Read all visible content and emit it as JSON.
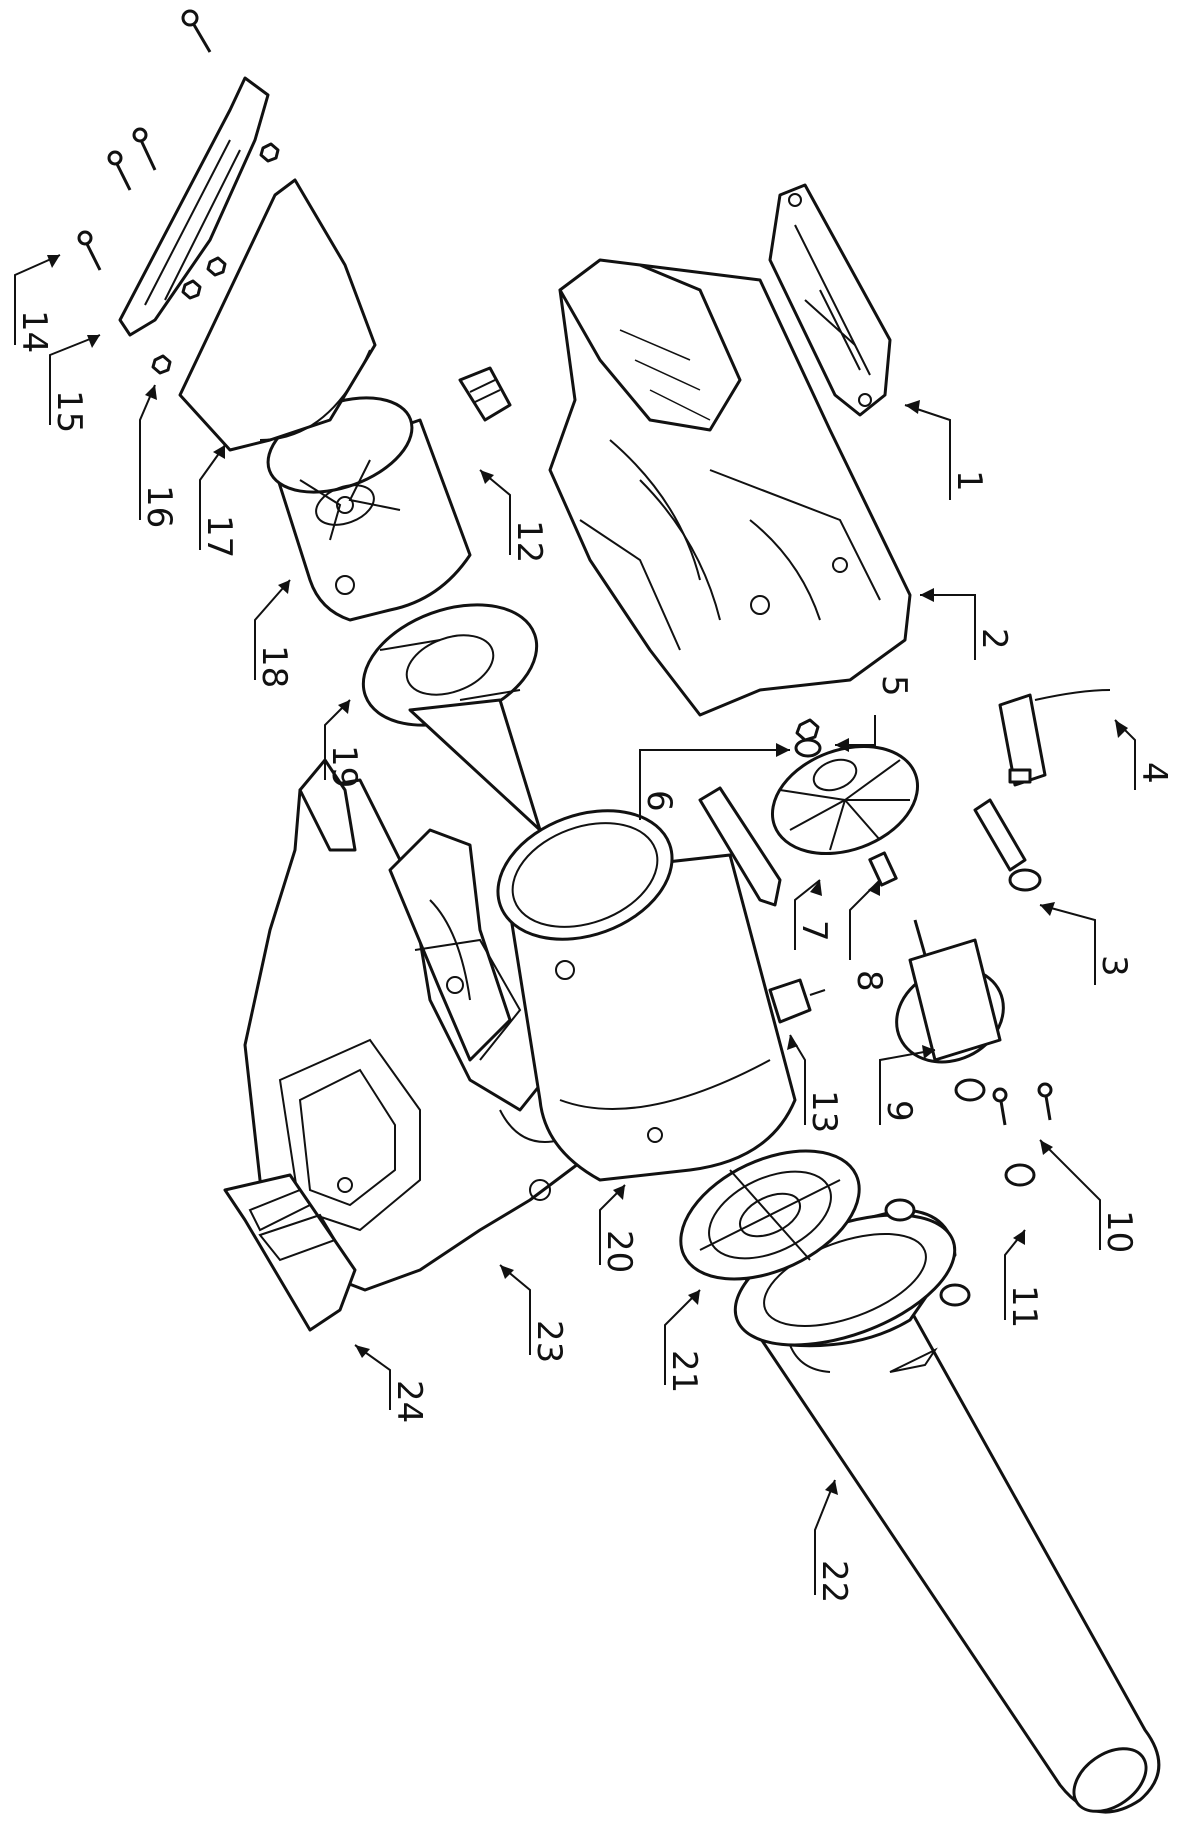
{
  "callouts": [
    {
      "id": "p1",
      "label": "1"
    },
    {
      "id": "p2",
      "label": "2"
    },
    {
      "id": "p3",
      "label": "3"
    },
    {
      "id": "p4",
      "label": "4"
    },
    {
      "id": "p5",
      "label": "5"
    },
    {
      "id": "p6",
      "label": "6"
    },
    {
      "id": "p7",
      "label": "7"
    },
    {
      "id": "p8",
      "label": "8"
    },
    {
      "id": "p9",
      "label": "9"
    },
    {
      "id": "p10",
      "label": "10"
    },
    {
      "id": "p11",
      "label": "11"
    },
    {
      "id": "p12",
      "label": "12"
    },
    {
      "id": "p13",
      "label": "13"
    },
    {
      "id": "p14",
      "label": "14"
    },
    {
      "id": "p15",
      "label": "15"
    },
    {
      "id": "p16",
      "label": "16"
    },
    {
      "id": "p17",
      "label": "17"
    },
    {
      "id": "p18",
      "label": "18"
    },
    {
      "id": "p19",
      "label": "19"
    },
    {
      "id": "p20",
      "label": "20"
    },
    {
      "id": "p21",
      "label": "21"
    },
    {
      "id": "p22",
      "label": "22"
    },
    {
      "id": "p23",
      "label": "23"
    },
    {
      "id": "p24",
      "label": "24"
    }
  ],
  "colors": {
    "line": "#111111",
    "background": "#ffffff"
  }
}
